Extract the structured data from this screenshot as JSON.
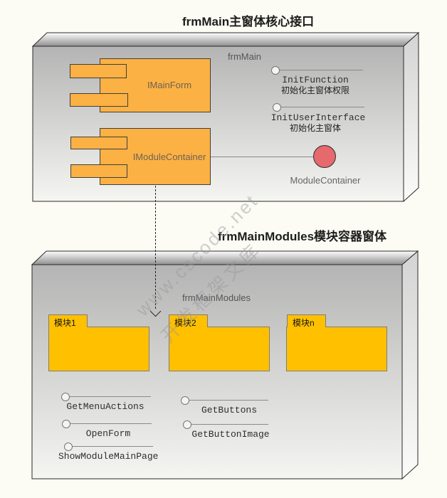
{
  "titles": {
    "section1": "frmMain主窗体核心接口",
    "section2": "frmMainModules模块容器窗体"
  },
  "box1": {
    "label": "frmMain",
    "components": [
      {
        "name": "IMainForm"
      },
      {
        "name": "IModuleContainer"
      }
    ],
    "interfaces": [
      {
        "name": "InitFunction",
        "desc": "初始化主窗体权限"
      },
      {
        "name": "InitUserInterface",
        "desc": "初始化主窗体"
      }
    ],
    "ball": {
      "label": "ModuleContainer"
    }
  },
  "box2": {
    "label": "frmMainModules",
    "folders": [
      {
        "label": "模块1"
      },
      {
        "label": "模块2"
      },
      {
        "label": "模块n"
      }
    ],
    "interfaces_left": [
      "GetMenuActions",
      "OpenForm",
      "ShowModuleMainPage"
    ],
    "interfaces_right": [
      "GetButtons",
      "GetButtonImage"
    ]
  },
  "watermark": {
    "line1": "www.cscode.net",
    "line2": "开发框架文库"
  },
  "colors": {
    "component_orange": "#fbb143",
    "folder_orange": "#ffc000",
    "ball_red": "#e5696d",
    "background": "#fcfcf4"
  }
}
